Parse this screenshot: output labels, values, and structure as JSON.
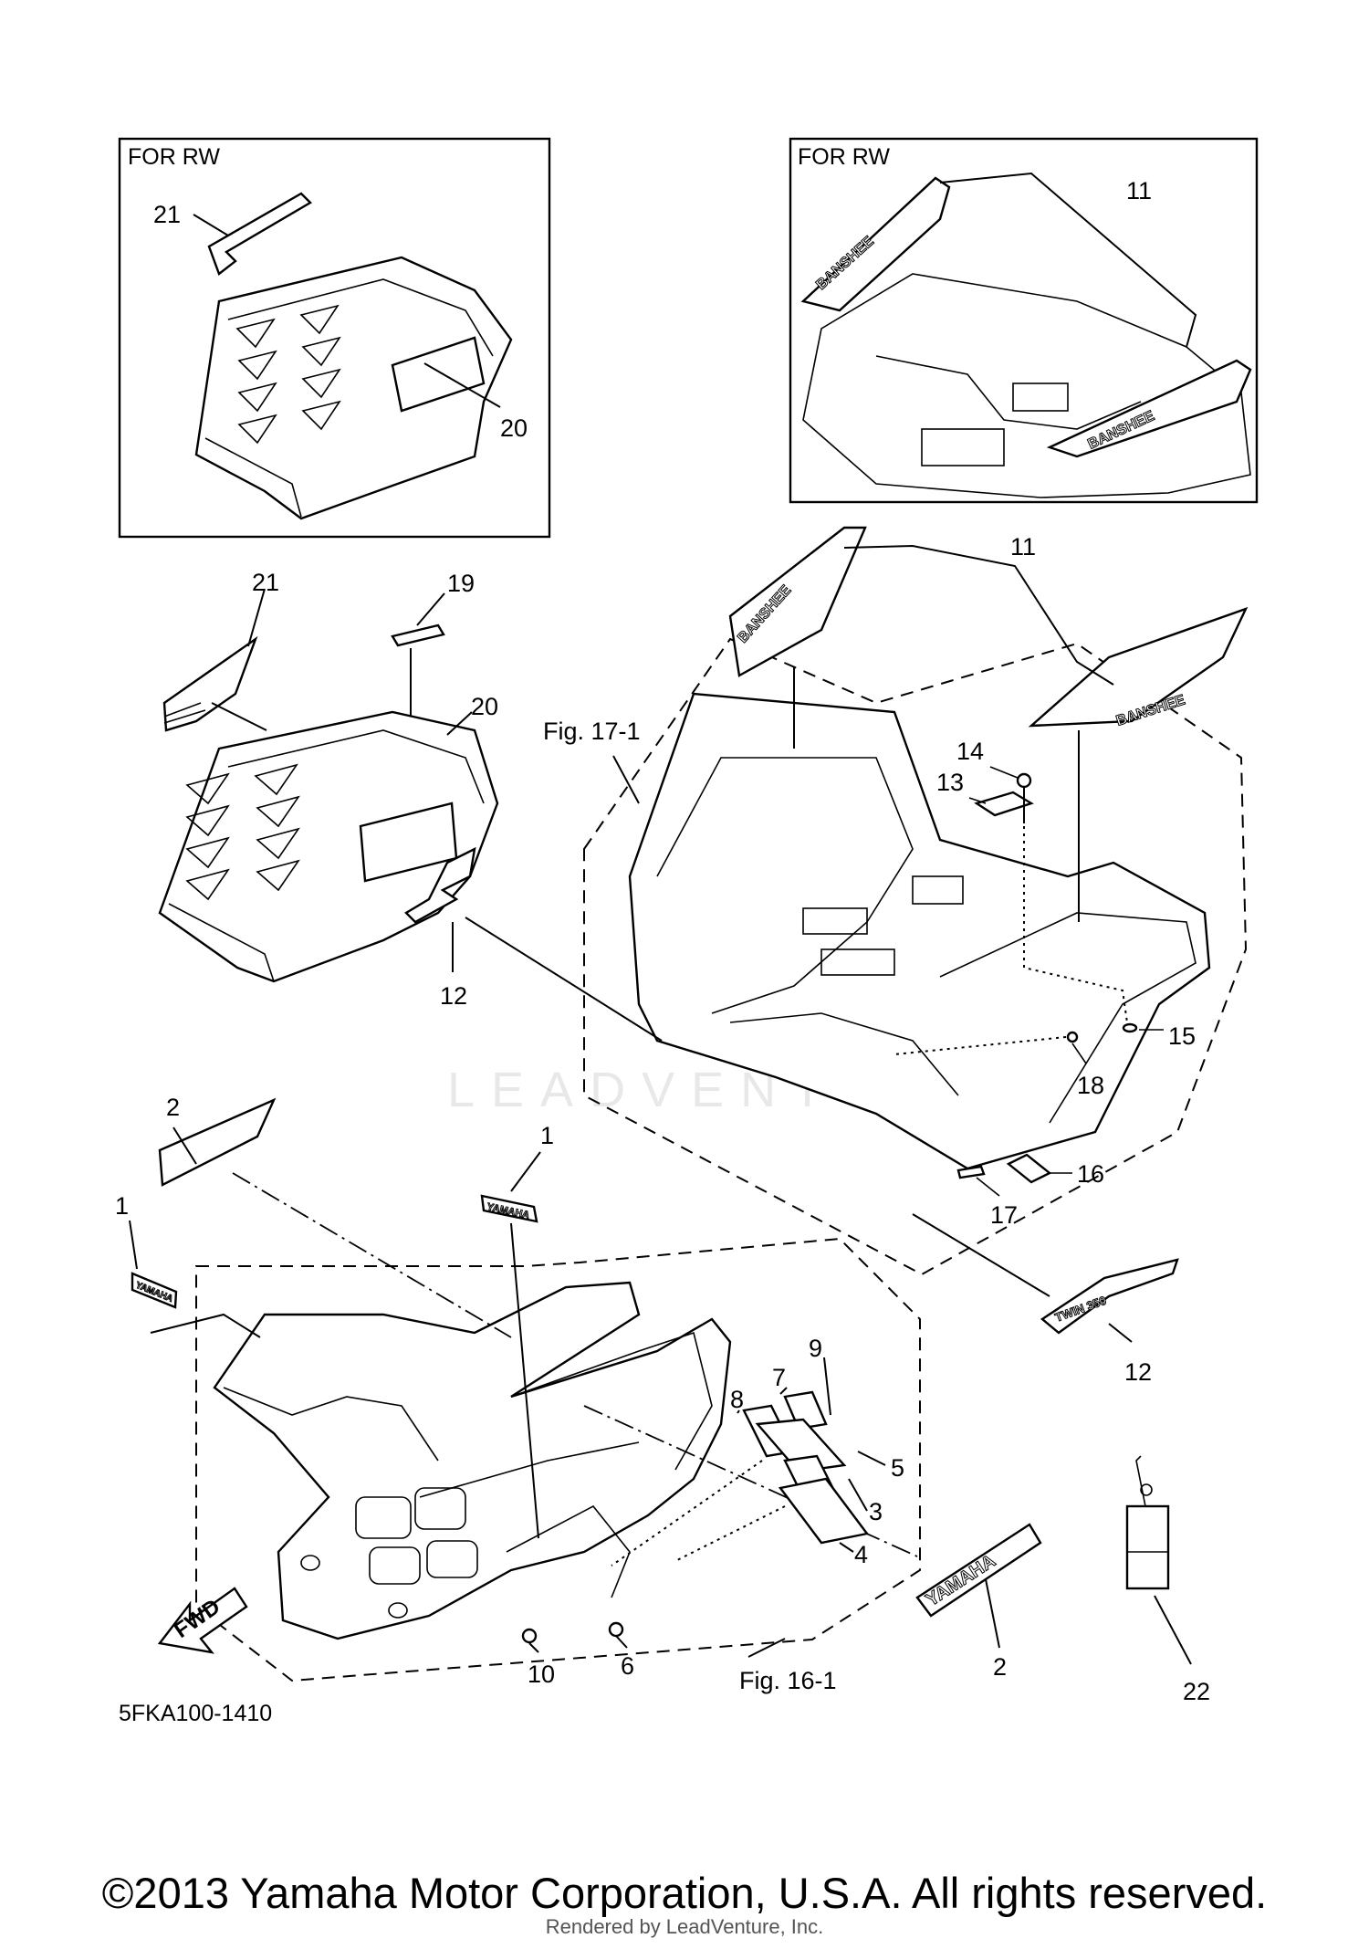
{
  "inset_boxes": [
    {
      "title": "FOR RW"
    },
    {
      "title": "FOR RW"
    }
  ],
  "callouts": {
    "c21_top": "21",
    "c20_top": "20",
    "c11_top": "11",
    "c11": "11",
    "c21": "21",
    "c19": "19",
    "c20": "20",
    "c14": "14",
    "c13": "13",
    "c12_left": "12",
    "c15": "15",
    "c18": "18",
    "c16": "16",
    "c17": "17",
    "c2_top": "2",
    "c1_center": "1",
    "c1_left": "1",
    "c9": "9",
    "c7": "7",
    "c8": "8",
    "c5": "5",
    "c3": "3",
    "c4": "4",
    "c12_right": "12",
    "c10": "10",
    "c6": "6",
    "c2_bottom": "2",
    "c22": "22"
  },
  "figure_refs": {
    "rear_fender": "Fig. 17-1",
    "front_fender": "Fig. 16-1"
  },
  "decals": {
    "yamaha_small": "YAMAHA",
    "yamaha_large": "YAMAHA",
    "banshee": "BANSHEE",
    "twin_350": "TWIN 350"
  },
  "fwd_label": "FWD",
  "diagram_code": "5FKA100-1410",
  "watermark": "LEADVENTURE",
  "copyright": "©2013 Yamaha Motor Corporation, U.S.A. All rights reserved.",
  "rendered_by": "Rendered by LeadVenture, Inc."
}
